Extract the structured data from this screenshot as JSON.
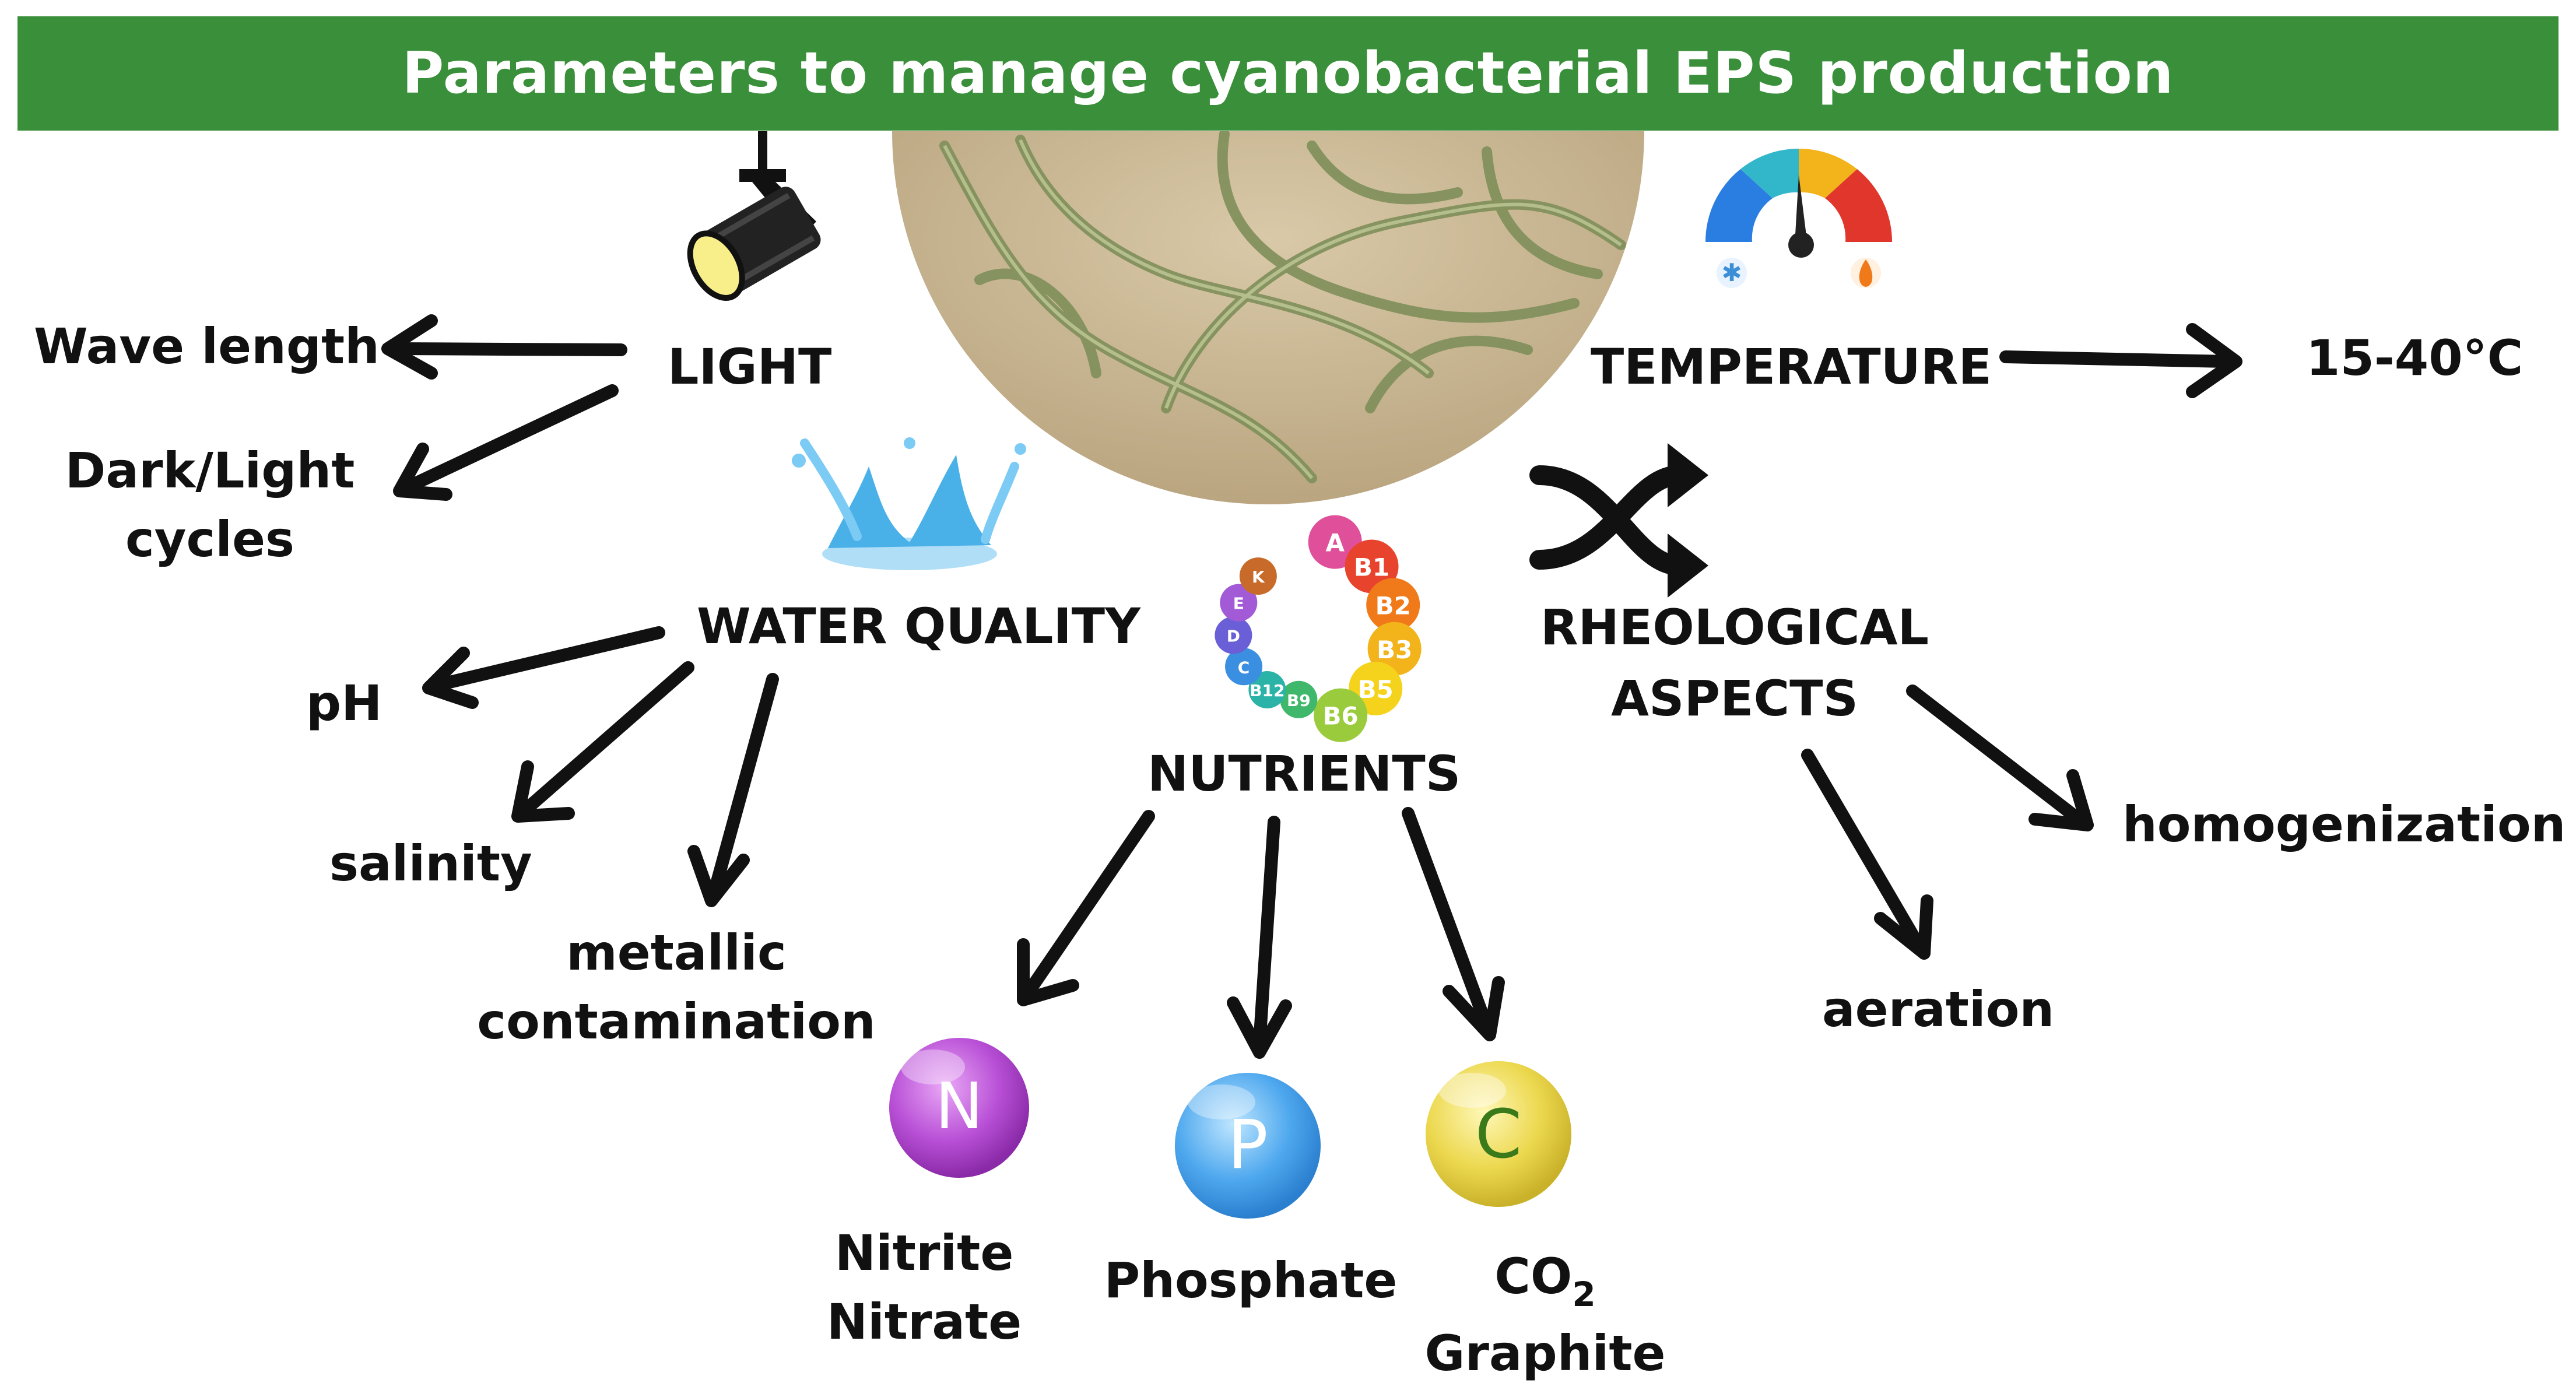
{
  "title": "Parameters to manage cyanobacterial EPS production",
  "colors": {
    "banner": "#3a8f3a",
    "arrow": "#111111",
    "nitrogen": "#b84fd6",
    "phosphorus": "#4ea8ee",
    "carbon": "#e8d44a"
  },
  "icons": [
    "spotlight-icon",
    "water-splash-icon",
    "temperature-gauge-icon",
    "shuffle-icon",
    "vitamins-icon",
    "nitrogen-icon",
    "phosphorus-icon",
    "carbon-icon"
  ],
  "center": {
    "image": "cyanobacteria-micrograph"
  },
  "light": {
    "label": "LIGHT",
    "items": [
      "Wave length",
      "Dark/Light\ncycles"
    ]
  },
  "temperature": {
    "label": "TEMPERATURE",
    "value": "15-40°C"
  },
  "water_quality": {
    "label": "WATER QUALITY",
    "items": [
      "pH",
      "salinity",
      "metallic\ncontamination"
    ]
  },
  "nutrients": {
    "label": "NUTRIENTS",
    "vitamin_labels": [
      "A",
      "B1",
      "B2",
      "B3",
      "B5",
      "B6",
      "B9",
      "B12",
      "C",
      "D",
      "E",
      "K"
    ],
    "elements": [
      {
        "symbol": "N",
        "caption": "Nitrite\nNitrate"
      },
      {
        "symbol": "P",
        "caption": "Phosphate"
      },
      {
        "symbol": "C",
        "caption_main": "CO",
        "caption_sub": "2",
        "caption_second": "Graphite"
      }
    ]
  },
  "rheological": {
    "label": "RHEOLOGICAL\nASPECTS",
    "items": [
      "homogenization",
      "aeration"
    ]
  }
}
